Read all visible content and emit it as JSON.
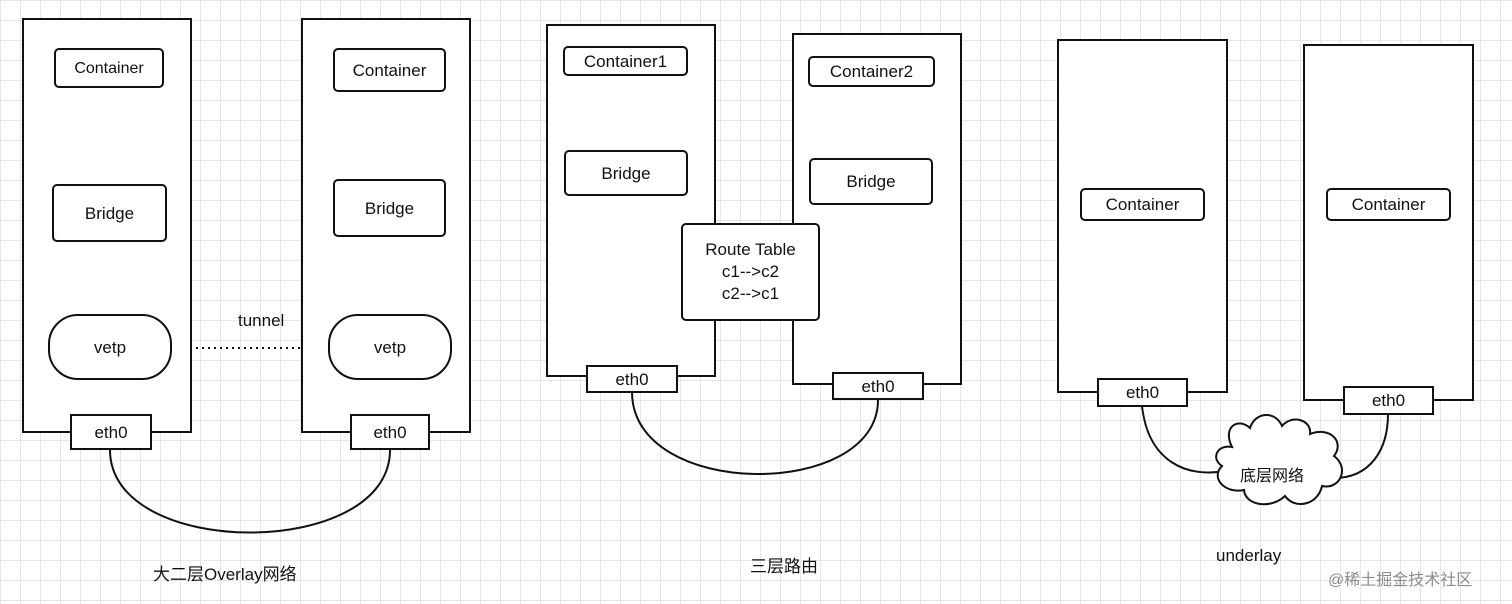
{
  "overlay": {
    "container_left": "Container",
    "container_right": "Container",
    "bridge_left": "Bridge",
    "bridge_right": "Bridge",
    "vetp_left": "vetp",
    "vetp_right": "vetp",
    "eth_left": "eth0",
    "eth_right": "eth0",
    "tunnel": "tunnel",
    "caption": "大二层Overlay网络"
  },
  "routing": {
    "container1": "Container1",
    "container2": "Container2",
    "bridge_left": "Bridge",
    "bridge_right": "Bridge",
    "route_table": [
      "Route Table",
      "c1-->c2",
      "c2-->c1"
    ],
    "eth_left": "eth0",
    "eth_right": "eth0",
    "caption": "三层路由"
  },
  "underlay": {
    "container_left": "Container",
    "container_right": "Container",
    "eth_left": "eth0",
    "eth_right": "eth0",
    "cloud": "底层网络",
    "caption": "underlay"
  },
  "watermark": "@稀土掘金技术社区"
}
